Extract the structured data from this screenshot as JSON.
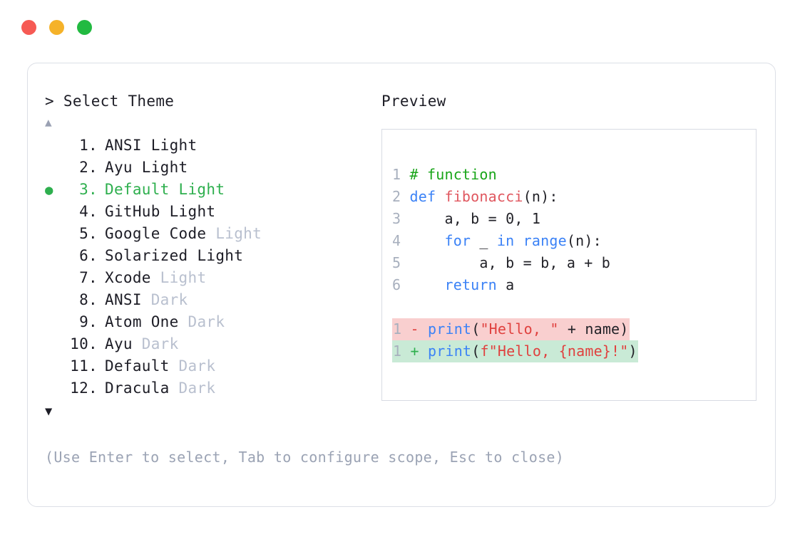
{
  "window": {
    "traffic_lights": [
      {
        "name": "close",
        "color": "#f65a54"
      },
      {
        "name": "minimize",
        "color": "#f5b229"
      },
      {
        "name": "maximize",
        "color": "#22ba41"
      }
    ]
  },
  "picker": {
    "prompt": "> Select Theme",
    "scroll_up_glyph": "▲",
    "scroll_down_glyph": "▼",
    "selected_index": 3,
    "selected_bullet": "●",
    "accent_color": "#2eaf4e",
    "items": [
      {
        "index": "1.",
        "name": "ANSI",
        "variant": "Light",
        "variant_dim": false,
        "selected": false
      },
      {
        "index": "2.",
        "name": "Ayu",
        "variant": "Light",
        "variant_dim": false,
        "selected": false
      },
      {
        "index": "3.",
        "name": "Default",
        "variant": "Light",
        "variant_dim": false,
        "selected": true
      },
      {
        "index": "4.",
        "name": "GitHub",
        "variant": "Light",
        "variant_dim": false,
        "selected": false
      },
      {
        "index": "5.",
        "name": "Google Code",
        "variant": "Light",
        "variant_dim": true,
        "selected": false
      },
      {
        "index": "6.",
        "name": "Solarized",
        "variant": "Light",
        "variant_dim": false,
        "selected": false
      },
      {
        "index": "7.",
        "name": "Xcode",
        "variant": "Light",
        "variant_dim": true,
        "selected": false
      },
      {
        "index": "8.",
        "name": "ANSI",
        "variant": "Dark",
        "variant_dim": true,
        "selected": false
      },
      {
        "index": "9.",
        "name": "Atom One",
        "variant": "Dark",
        "variant_dim": true,
        "selected": false
      },
      {
        "index": "10.",
        "name": "Ayu",
        "variant": "Dark",
        "variant_dim": true,
        "selected": false
      },
      {
        "index": "11.",
        "name": "Default",
        "variant": "Dark",
        "variant_dim": true,
        "selected": false
      },
      {
        "index": "12.",
        "name": "Dracula",
        "variant": "Dark",
        "variant_dim": true,
        "selected": false
      }
    ],
    "help": "(Use Enter to select, Tab to configure scope, Esc to close)"
  },
  "preview": {
    "title": "Preview",
    "code_lines": [
      {
        "num": "1",
        "tokens": [
          {
            "t": "# function",
            "c": "comment"
          }
        ]
      },
      {
        "num": "2",
        "tokens": [
          {
            "t": "def ",
            "c": "kw"
          },
          {
            "t": "fibonacci",
            "c": "fn"
          },
          {
            "t": "(n):",
            "c": "plain"
          }
        ]
      },
      {
        "num": "3",
        "tokens": [
          {
            "t": "    a, b = 0, 1",
            "c": "plain"
          }
        ]
      },
      {
        "num": "4",
        "tokens": [
          {
            "t": "    ",
            "c": "plain"
          },
          {
            "t": "for",
            "c": "kw"
          },
          {
            "t": " _ ",
            "c": "plain"
          },
          {
            "t": "in range",
            "c": "kw"
          },
          {
            "t": "(n):",
            "c": "plain"
          }
        ]
      },
      {
        "num": "5",
        "tokens": [
          {
            "t": "        a, b = b, a + b",
            "c": "plain"
          }
        ]
      },
      {
        "num": "6",
        "tokens": [
          {
            "t": "    ",
            "c": "plain"
          },
          {
            "t": "return",
            "c": "kw"
          },
          {
            "t": " a",
            "c": "plain"
          }
        ]
      }
    ],
    "diff_lines": [
      {
        "num": "1",
        "kind": "delete",
        "sign": "-",
        "bg": "#f9cfcf",
        "tokens": [
          {
            "t": "print",
            "c": "kw"
          },
          {
            "t": "(",
            "c": "plain"
          },
          {
            "t": "\"Hello, \"",
            "c": "str"
          },
          {
            "t": " + name)",
            "c": "plain"
          }
        ]
      },
      {
        "num": "1",
        "kind": "add",
        "sign": "+",
        "bg": "#c9ead6",
        "tokens": [
          {
            "t": "print",
            "c": "kw"
          },
          {
            "t": "(",
            "c": "plain"
          },
          {
            "t": "f\"Hello, {name}!\"",
            "c": "str"
          },
          {
            "t": ")",
            "c": "plain"
          }
        ]
      }
    ]
  }
}
